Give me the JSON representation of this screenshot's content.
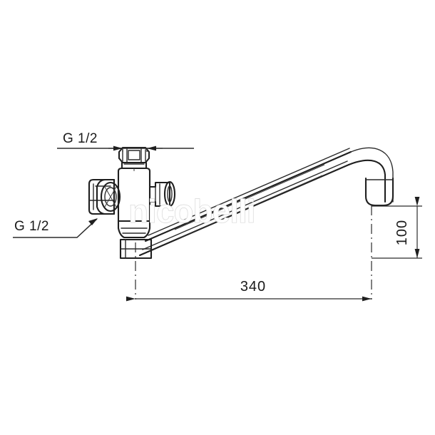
{
  "drawing": {
    "title": "Faucet technical dimension drawing",
    "background_color": "#ffffff",
    "line_color": "#1f1f1f",
    "watermark": {
      "text": "nicobelli",
      "color": "#ffffff",
      "outline_color": "#d8d8d8"
    },
    "labels": {
      "thread_top": "G 1/2",
      "thread_left": "G 1/2"
    },
    "dimensions": {
      "horizontal_reach": "340",
      "vertical_height": "100"
    },
    "icons": {
      "arrow": "dimension-arrow",
      "leader": "leader-line",
      "centerline": "center-line"
    }
  }
}
